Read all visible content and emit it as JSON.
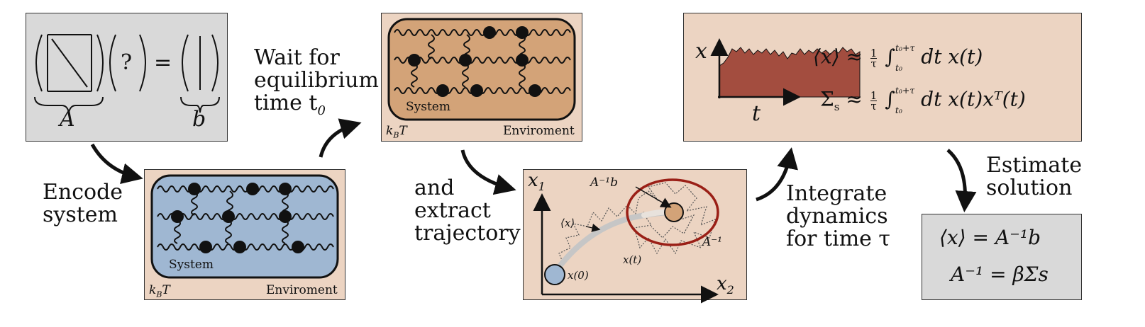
{
  "matrix_panel": {
    "A": "A",
    "b": "b",
    "unknown": "?",
    "equals": "="
  },
  "labels": {
    "encode": "Encode\nsystem",
    "wait": "Wait for\nequilibrium\ntime t",
    "wait_sub": "0",
    "extract": "and\nextract\ntrajectory",
    "integrate": "Integrate\ndynamics\nfor time τ",
    "estimate": "Estimate\nsolution"
  },
  "system_box": {
    "system": "System",
    "env": "Enviroment",
    "kbt_k": "k",
    "kbt_b": "B",
    "kbt_t": "T"
  },
  "trajectory": {
    "x1": "x",
    "x1_sub": "1",
    "x2": "x",
    "x2_sub": "2",
    "A_inv_b": "A⁻¹b",
    "x_mean": "⟨x⟩",
    "A_inv": "A⁻¹",
    "x_t": "x(t)",
    "x0": "x(0)"
  },
  "integrate_panel": {
    "x_axis": "x",
    "t_axis": "t",
    "eq1": "⟨x⟩ ≈ (1/τ) ∫ dt x(t)",
    "eq2": "Σs ≈ (1/τ) ∫ dt x(t)xᵀ(t)",
    "eq1_lhs": "⟨x⟩ ≈",
    "eq2_lhs": "Σ",
    "eq2_sub": "s",
    "approx": "≈",
    "frac_num": "1",
    "frac_den": "τ",
    "int_upper": "t₀+τ",
    "int_lower": "t₀",
    "eq1_rhs": "dt x(t)",
    "eq2_rhs": "dt x(t)xᵀ(t)"
  },
  "solution_panel": {
    "line1": "⟨x⟩ = A⁻¹b",
    "line2": "A⁻¹ = βΣs"
  },
  "colors": {
    "blue": "#9fb7d2",
    "brown": "#d3a378",
    "tan_bg": "#ecd4c2",
    "gray_bg": "#d9d9d9",
    "red": "#9a1f16",
    "bar": "#a34d3f"
  }
}
